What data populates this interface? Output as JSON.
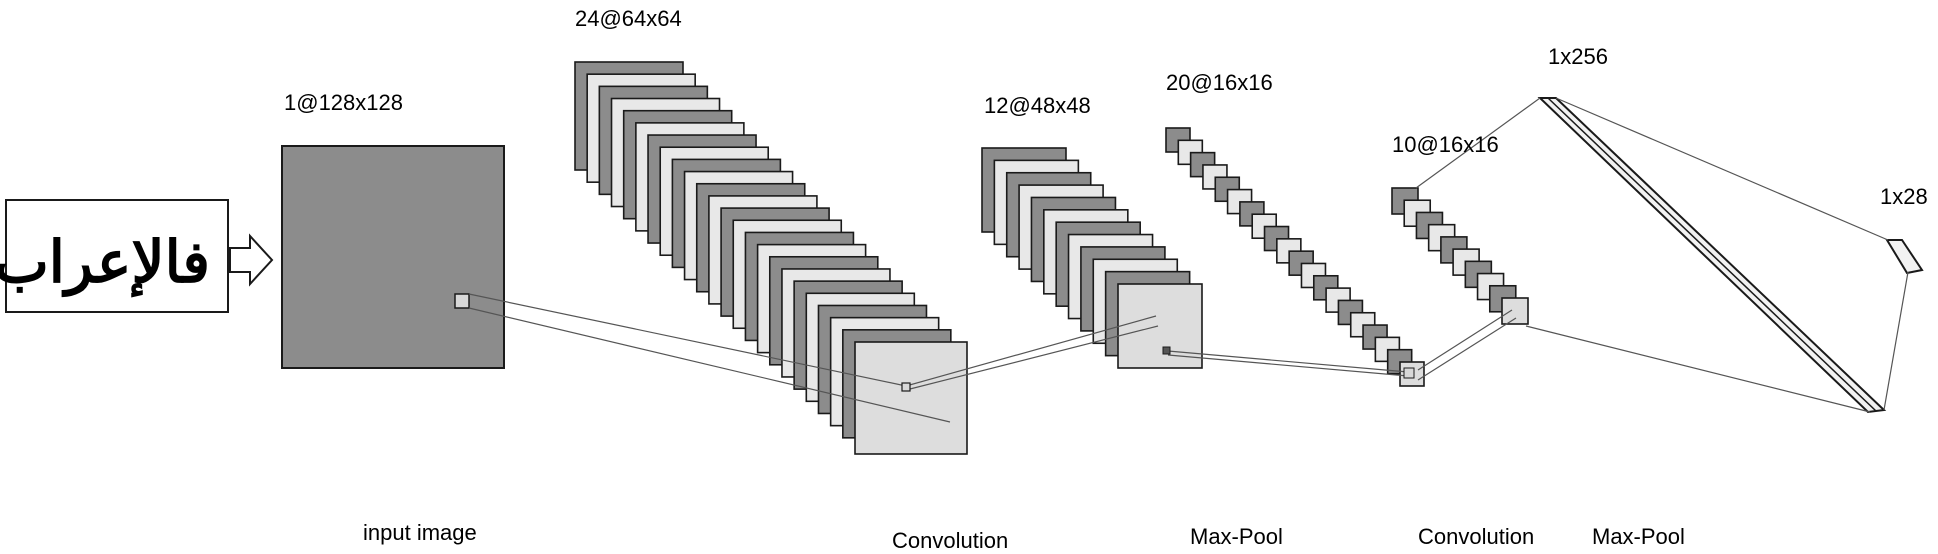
{
  "input_word": "فالإعراب",
  "layers": [
    {
      "label": "1@128x128"
    },
    {
      "label": "24@64x64"
    },
    {
      "label": "12@48x48"
    },
    {
      "label": "20@16x16"
    },
    {
      "label": "10@16x16"
    },
    {
      "label": "1x256"
    },
    {
      "label": "1x28"
    }
  ],
  "captions": {
    "input": "input image",
    "conv1": "Convolution",
    "pool1": "Max-Pool",
    "conv2": "Convolution",
    "pool2": "Max-Pool"
  },
  "colors": {
    "dark_map": "#8c8c8c",
    "light_map": "#e8e8e8",
    "front_map": "#dddddd",
    "outline": "#1a1a1a",
    "connector": "#555555"
  }
}
